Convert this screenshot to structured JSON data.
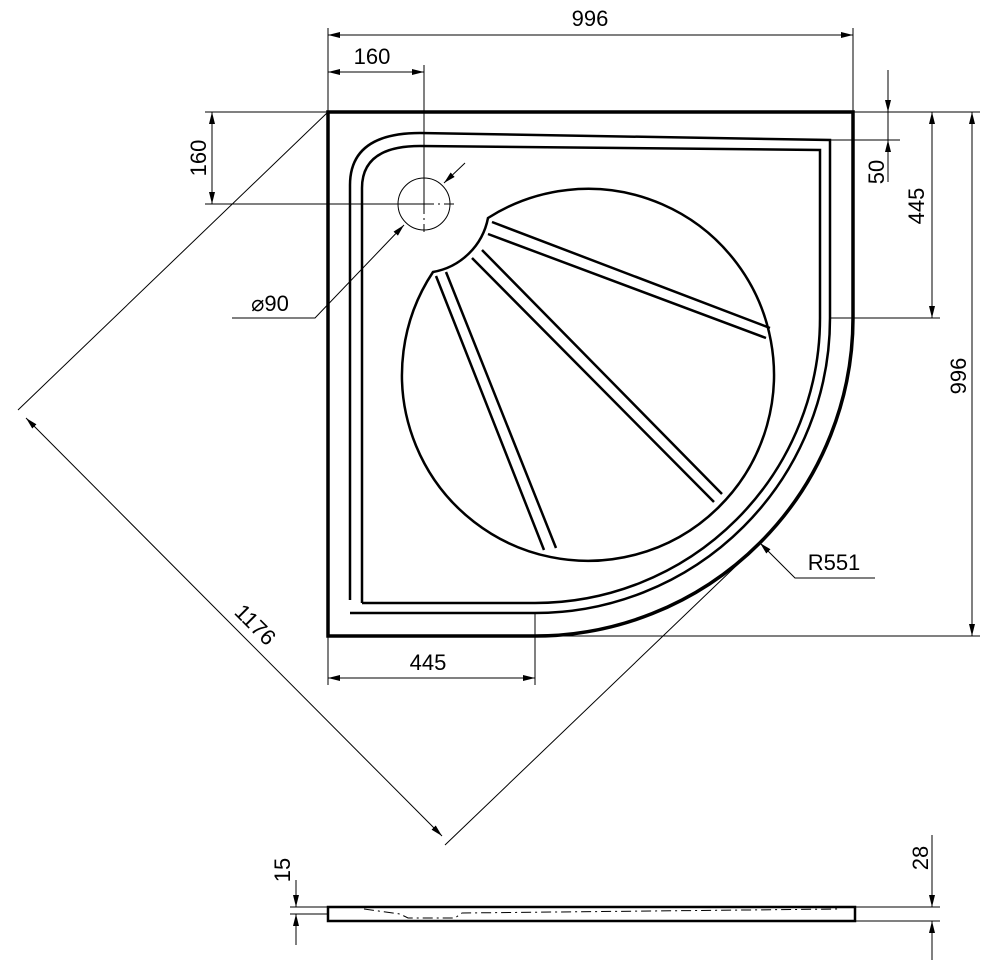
{
  "drawing": {
    "dimensions": {
      "width_top": "996",
      "drain_offset_x": "160",
      "drain_offset_y": "160",
      "rim_top": "50",
      "straight_right": "445",
      "height_right": "996",
      "straight_bottom": "445",
      "diagonal": "1176",
      "drain_diameter": "⌀90",
      "radius": "R551",
      "profile_inner": "15",
      "profile_total": "28"
    }
  }
}
